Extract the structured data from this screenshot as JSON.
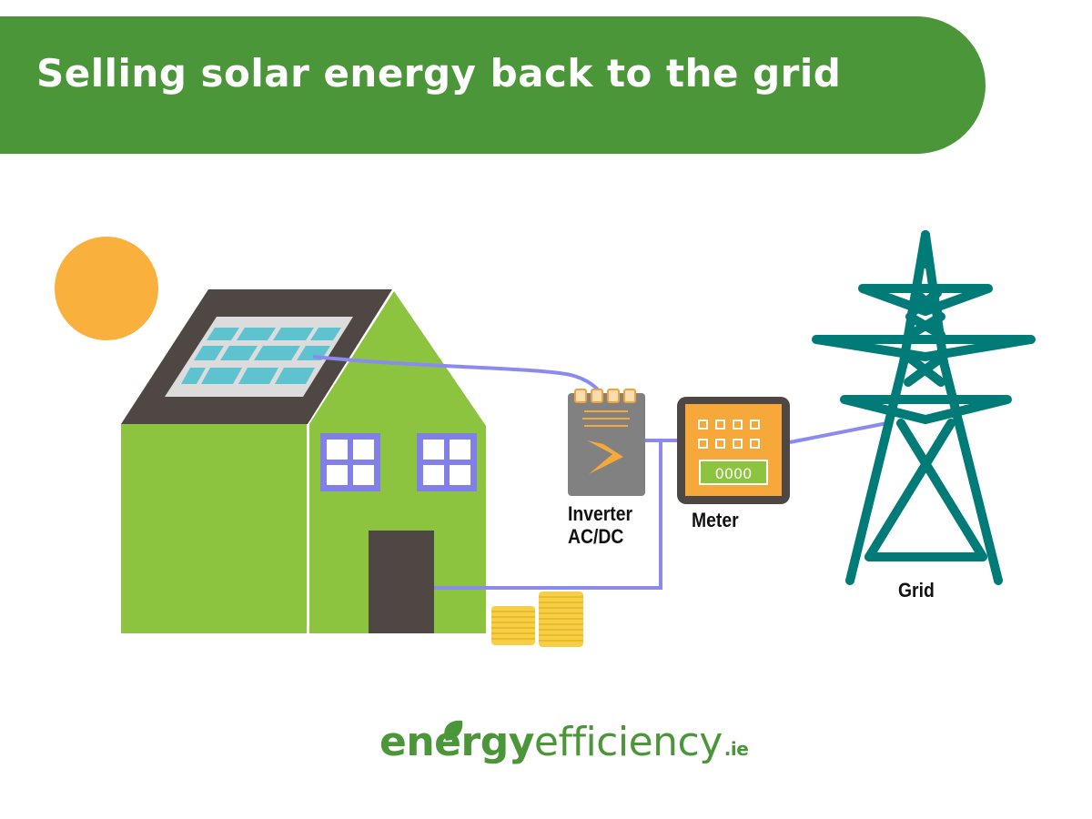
{
  "header": {
    "title": "Selling solar energy back to the grid"
  },
  "labels": {
    "inverter_line1": "Inverter",
    "inverter_line2": "AC/DC",
    "meter": "Meter",
    "meter_display": "0000",
    "grid": "Grid"
  },
  "logo": {
    "part_bold": "energy",
    "part_light": "efficiency",
    "tld": ".ie"
  },
  "colors": {
    "banner": "#4c963a",
    "sun": "#f9b03d",
    "house_wall": "#8cc43f",
    "roof": "#4f4743",
    "solar_cell": "#5ec3cf",
    "window_frame": "#8080e8",
    "wire": "#8a8af0",
    "inverter_body": "#818181",
    "meter_face": "#f6a83b",
    "pylon": "#007b77",
    "coins": "#f5d046"
  },
  "icons": [
    "sun-icon",
    "house-icon",
    "solar-panel-icon",
    "inverter-icon",
    "lightning-icon",
    "meter-icon",
    "pylon-icon",
    "coins-icon",
    "leaf-icon"
  ]
}
